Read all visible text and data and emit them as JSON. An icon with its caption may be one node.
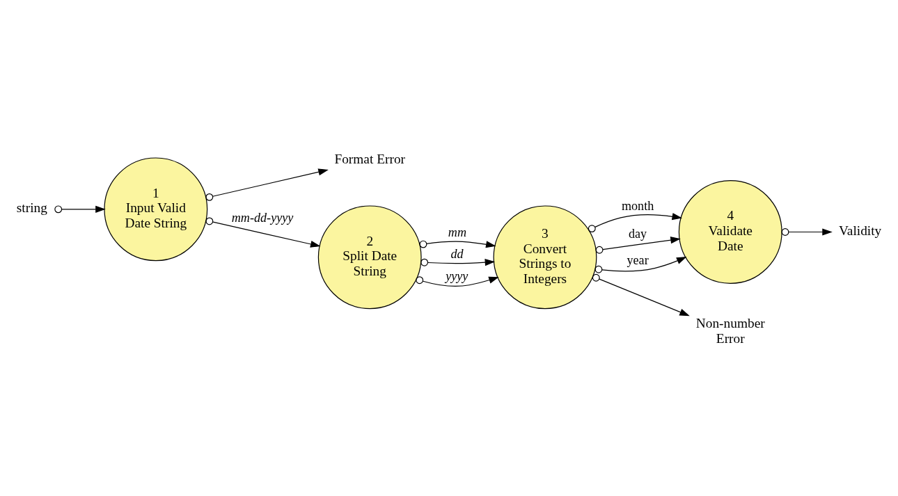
{
  "diagram": {
    "nodes": [
      {
        "text": [
          "string"
        ]
      },
      {
        "text": [
          "1",
          "Input Valid Date String"
        ]
      },
      {
        "text": [
          "Format Error"
        ]
      },
      {
        "text": [
          "2",
          "Split Date String"
        ]
      },
      {
        "text": [
          "3",
          "Convert Strings to Integers"
        ]
      },
      {
        "text": [
          "4",
          "Validate Date"
        ]
      },
      {
        "text": [
          "Validity"
        ]
      },
      {
        "text": [
          "Non-number Error"
        ]
      }
    ],
    "edges": [
      {
        "from": 0,
        "to": 1,
        "arrow": "to"
      },
      {
        "from": 1,
        "to": 2,
        "arrow": "to"
      },
      {
        "from": 1,
        "to": 3,
        "arrow": "to",
        "label": "mm-dd-yyyy"
      },
      {
        "from": 3,
        "to": 4,
        "arrow": "to",
        "label": "mm"
      },
      {
        "from": 3,
        "to": 4,
        "arrow": "to",
        "label": "dd"
      },
      {
        "from": 3,
        "to": 4,
        "arrow": "to",
        "label": "yyyy"
      },
      {
        "from": 4,
        "to": 5,
        "arrow": "to",
        "label": "month"
      },
      {
        "from": 4,
        "to": 5,
        "arrow": "to",
        "label": "day"
      },
      {
        "from": 4,
        "to": 5,
        "arrow": "to",
        "label": "year"
      },
      {
        "from": 5,
        "to": 6,
        "arrow": "to"
      },
      {
        "from": 4,
        "to": 7,
        "arrow": "to"
      }
    ]
  }
}
